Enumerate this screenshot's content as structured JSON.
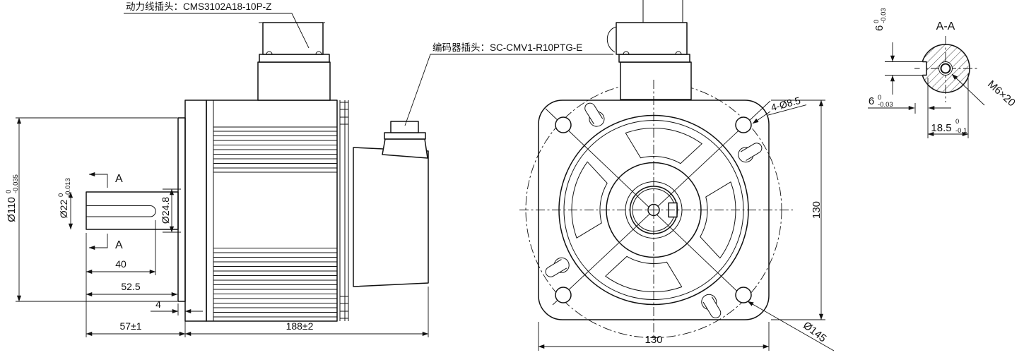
{
  "annotations": {
    "power_connector_label": "动力线插头：CMS3102A18-10P-Z",
    "encoder_connector_label": "编码器插头：SC-CMV1-R10PTG-E"
  },
  "side_view": {
    "section_mark": "A",
    "dims": {
      "spigot_dia": {
        "value": "Ø110",
        "tol_upper": "0",
        "tol_lower": "-0.035"
      },
      "shaft_dia": {
        "value": "Ø22",
        "tol_upper": "0",
        "tol_lower": "-0.013"
      },
      "key_height": "Ø24.8",
      "key_length": "40",
      "shaft_step": "52.5",
      "spigot_height": "4",
      "shaft_ext_length": "57±1",
      "body_length": "188±2"
    }
  },
  "front_view": {
    "dims": {
      "mount_holes": "4-Ø8.5",
      "flange_width": "130",
      "flange_height": "130",
      "bolt_circle": "Ø145"
    }
  },
  "section_view": {
    "title": "A-A",
    "dims": {
      "key_width": {
        "value": "6",
        "tol_upper": "0",
        "tol_lower": "-0.03"
      },
      "key_depth": {
        "value": "6",
        "tol_upper": "0",
        "tol_lower": "-0.03"
      },
      "key_flat": {
        "value": "18.5",
        "tol_upper": "0",
        "tol_lower": "-0.1"
      },
      "tapped_hole": "M6×20"
    }
  }
}
